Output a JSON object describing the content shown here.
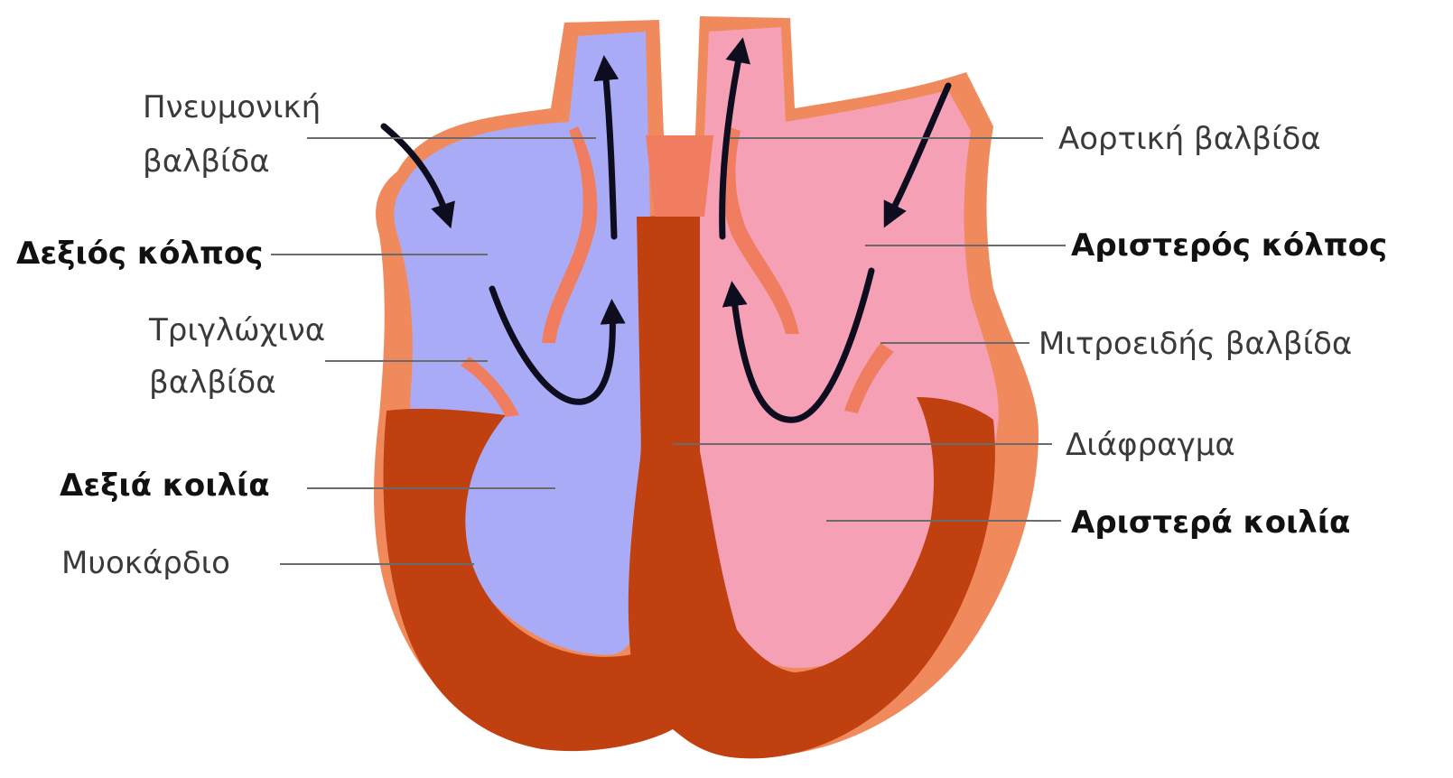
{
  "labels": {
    "pulmonary_valve_line1": "Πνευμονική",
    "pulmonary_valve_line2": "βαλβίδα",
    "right_atrium": "Δεξιός κόλπος",
    "tricuspid_valve_line1": "Τριγλώχινα",
    "tricuspid_valve_line2": "βαλβίδα",
    "right_ventricle": "Δεξιά κοιλία",
    "myocardium": "Μυοκάρδιο",
    "aortic_valve": "Αορτική βαλβίδα",
    "left_atrium": "Αριστερός κόλπος",
    "mitral_valve": "Μιτροειδής βαλβίδα",
    "septum": "Διάφραγμα",
    "left_ventricle": "Αριστερά κοιλία"
  },
  "colors": {
    "background": "#ffffff",
    "myocardium": "#c04010",
    "wall_outline": "#f08a5d",
    "deoxygenated_blood": "#aaabf6",
    "oxygenated_blood": "#f6a0b6",
    "valve_tissue": "#f07d60",
    "flow_arrows": "#0d0d1f",
    "leader_lines": "#6b6b6b"
  }
}
